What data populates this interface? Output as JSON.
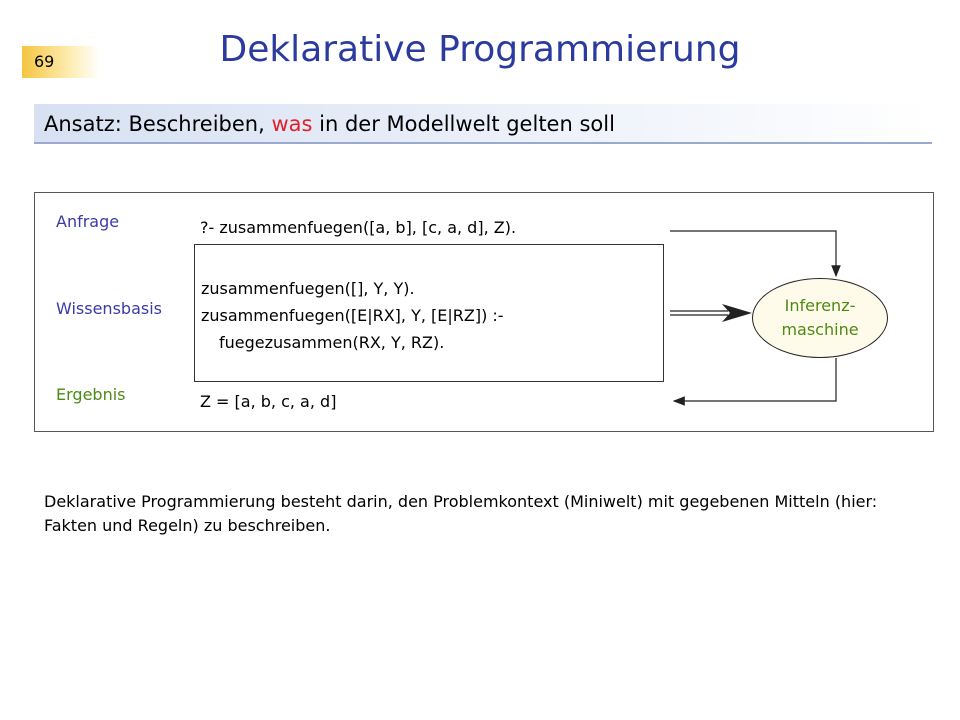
{
  "page_number": "69",
  "title": "Deklarative Programmierung",
  "subtitle": {
    "before": "Ansatz: Beschreiben, ",
    "accent": "was",
    "after": " in der Modellwelt gelten soll",
    "accent_color": "#e0202a"
  },
  "diagram": {
    "labels": {
      "query": "Anfrage",
      "knowledge_base": "Wissensbasis",
      "result": "Ergebnis"
    },
    "query_line": "?- zusammenfuegen([a, b], [c, a, d], Z).",
    "knowledge_base_lines": [
      "zusammenfuegen([], Y, Y).",
      "zusammenfuegen([E|RX], Y, [E|RZ]) :-",
      "fuegezusammen(RX, Y, RZ)."
    ],
    "result_line": "Z = [a, b, c, a, d]",
    "engine_lines": [
      "Inferenz-",
      "maschine"
    ]
  },
  "body_text": "Deklarative Programmierung besteht darin, den Problemkontext (Miniwelt) mit gegebenen Mitteln (hier: Fakten und Regeln) zu beschreiben.",
  "colors": {
    "title": "#2b3a9e",
    "label_blue": "#3a3aa8",
    "label_green": "#4d8a14"
  }
}
